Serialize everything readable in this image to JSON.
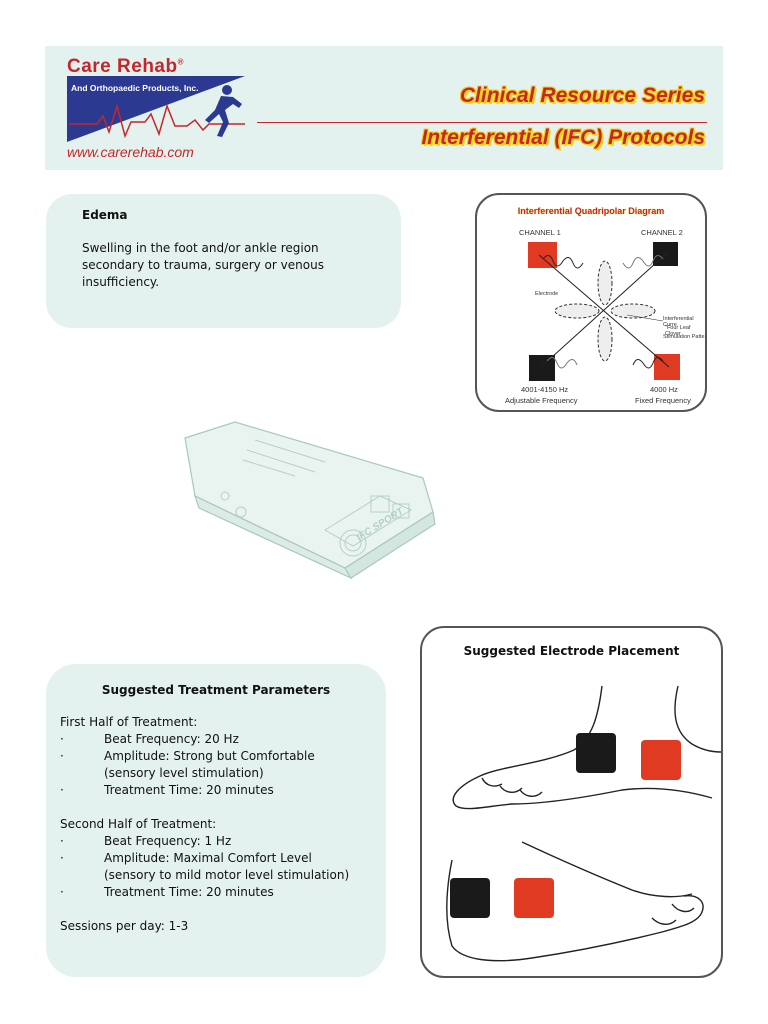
{
  "header": {
    "brand": "Care Rehab",
    "brand_sub": "And Orthopaedic Products, Inc.",
    "url": "www.carerehab.com",
    "series_title": "Clinical Resource Series",
    "protocol_title": "Interferential (IFC) Protocols"
  },
  "condition": {
    "title": "Edema",
    "description": "Swelling in the foot and/or ankle region secondary to trauma, surgery or venous insufficiency."
  },
  "diagram": {
    "title": "Interferential Quadripolar Diagram",
    "channel1": "CHANNEL 1",
    "channel2": "CHANNEL 2",
    "electrode": "Electrode",
    "pattern_line1": "Interferential Curre",
    "pattern_line2": "\"Four Leaf Clover",
    "pattern_line3": "Stimulation Patte",
    "freq_left": "4001-4150 Hz",
    "freq_left_sub": "Adjustable Frequency",
    "freq_right": "4000 Hz",
    "freq_right_sub": "Fixed Frequency"
  },
  "device": {
    "label": "IFC SPORT"
  },
  "treatment": {
    "title": "Suggested Treatment Parameters",
    "first_half": "First Half of Treatment:",
    "first_items": [
      {
        "bullet": "·",
        "text": "Beat Frequency:  20 Hz"
      },
      {
        "bullet": "·",
        "text": "Amplitude:  Strong but Comfortable"
      },
      {
        "bullet": "",
        "text": "(sensory level stimulation)"
      },
      {
        "bullet": "·",
        "text": "Treatment Time:  20 minutes"
      }
    ],
    "second_half": "Second Half of Treatment:",
    "second_items": [
      {
        "bullet": "·",
        "text": "Beat Frequency:  1 Hz"
      },
      {
        "bullet": "·",
        "text": "Amplitude:  Maximal Comfort Level"
      },
      {
        "bullet": "",
        "text": "(sensory to mild motor level stimulation)"
      },
      {
        "bullet": "·",
        "text": "Treatment Time:  20 minutes"
      }
    ],
    "sessions": "Sessions per day:  1-3"
  },
  "placement": {
    "title": "Suggested Electrode Placement"
  },
  "colors": {
    "brand_red": "#c4272b",
    "highlight_yellow": "#f3d21a",
    "panel_bg": "#e4f2ef",
    "electrode_red": "#e03a22",
    "electrode_black": "#1a1a1a"
  }
}
